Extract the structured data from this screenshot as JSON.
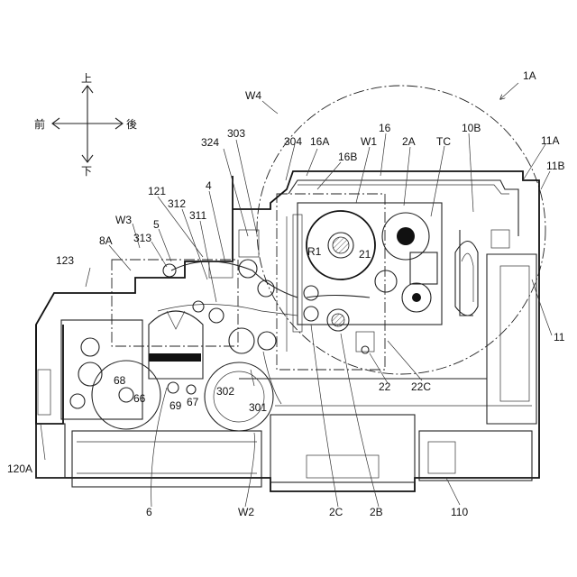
{
  "directions": {
    "up": "上",
    "down": "下",
    "front": "前",
    "rear": "後"
  },
  "labels": {
    "l_1A": "1A",
    "l_W4": "W4",
    "l_16": "16",
    "l_10B": "10B",
    "l_11A": "11A",
    "l_11B": "11B",
    "l_324": "324",
    "l_303": "303",
    "l_304": "304",
    "l_16A": "16A",
    "l_W1": "W1",
    "l_2A": "2A",
    "l_TC": "TC",
    "l_16B": "16B",
    "l_4": "4",
    "l_121": "121",
    "l_312": "312",
    "l_311": "311",
    "l_W3": "W3",
    "l_5": "5",
    "l_123": "123",
    "l_8A": "8A",
    "l_313": "313",
    "l_R1": "R1",
    "l_21": "21",
    "l_11": "11",
    "l_68": "68",
    "l_66": "66",
    "l_69": "69",
    "l_67": "67",
    "l_302": "302",
    "l_301": "301",
    "l_22": "22",
    "l_22C": "22C",
    "l_120A": "120A",
    "l_6": "6",
    "l_W2": "W2",
    "l_2C": "2C",
    "l_2B": "2B",
    "l_110": "110"
  }
}
